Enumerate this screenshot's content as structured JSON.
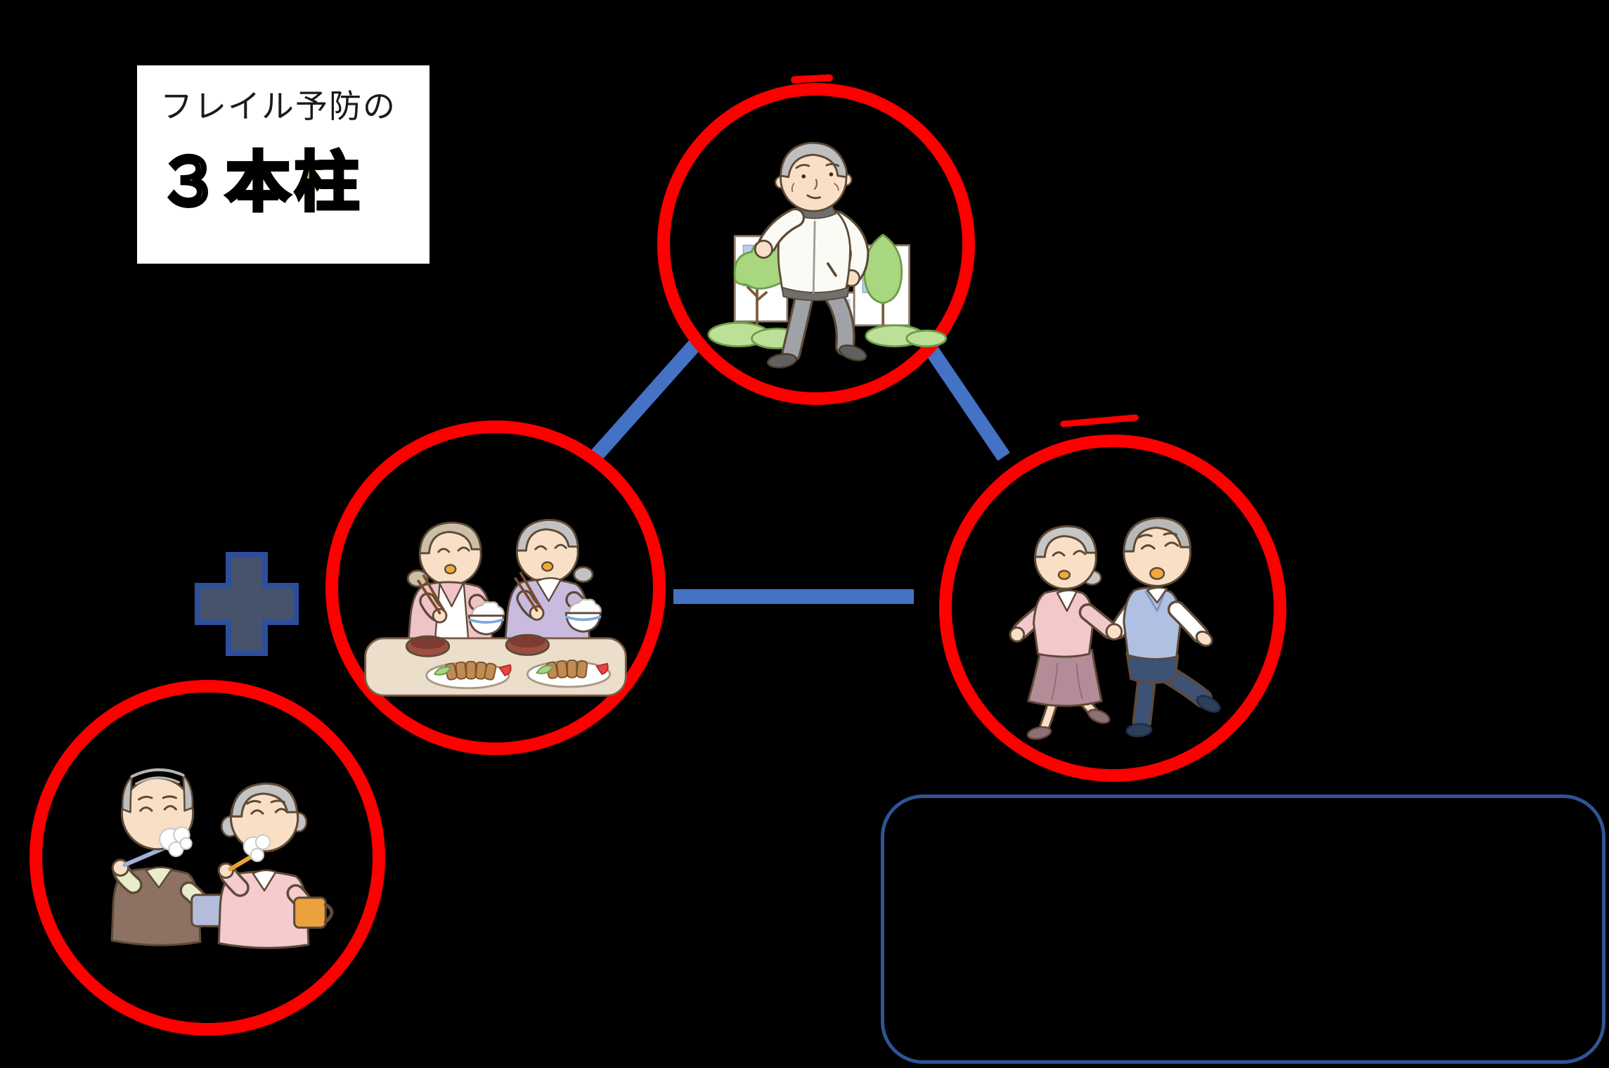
{
  "title_card": {
    "line1": "フレイル予防の",
    "line2": "３本柱"
  },
  "colors": {
    "background": "#000000",
    "highlight_ring_red": "#FF0000",
    "connector_blue": "#4472C4",
    "plus_fill": "#47536B",
    "plus_border": "#2D4E9B",
    "note_box_border": "#2F5496",
    "title_accent_green": "#92D050",
    "title_text": "#1A1A1A"
  },
  "icons": [
    {
      "name": "exercise-walking-man-illustration"
    },
    {
      "name": "nutrition-eating-women-illustration"
    },
    {
      "name": "social-walking-couple-illustration"
    },
    {
      "name": "oral-care-toothbrushing-couple-illustration"
    },
    {
      "name": "plus-icon"
    }
  ]
}
